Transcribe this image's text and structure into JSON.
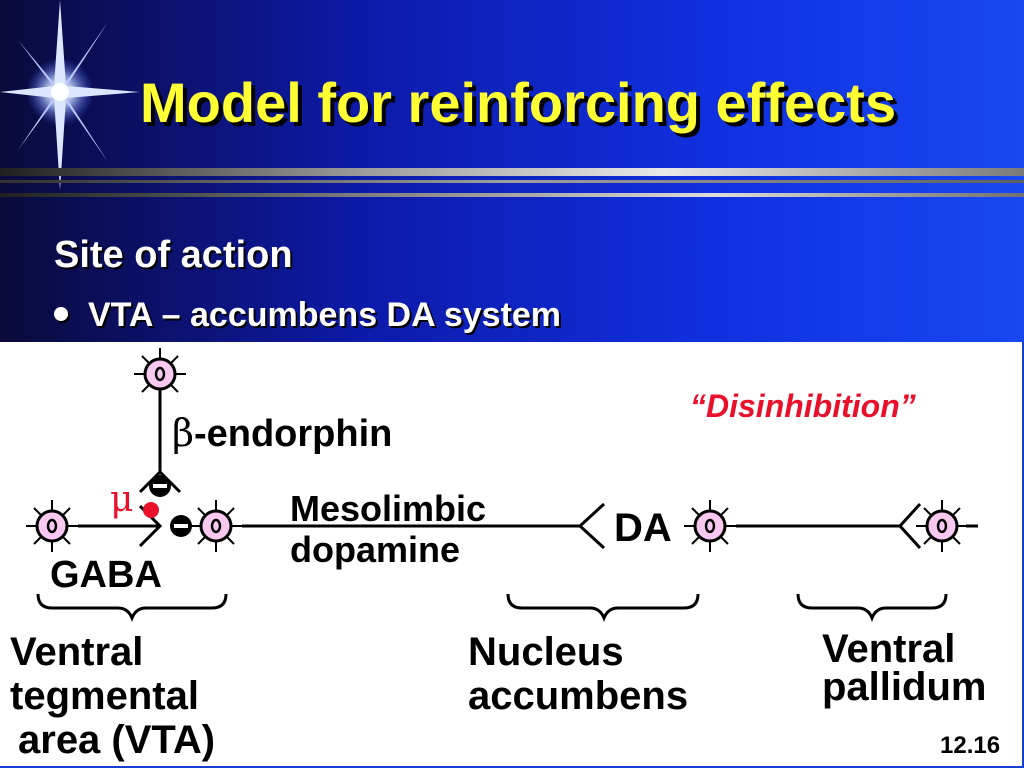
{
  "slide": {
    "title": "Model for reinforcing effects",
    "subtitle": "Site of action",
    "bullet": "VTA – accumbens DA system",
    "page_number": "12.16"
  },
  "diagram": {
    "beta_symbol": "β",
    "endorphin_label": "-endorphin",
    "mu_symbol": "μ",
    "mesolimbic_line1": "Mesolimbic",
    "mesolimbic_line2": "dopamine",
    "da_label": "DA",
    "gaba_label": "GABA",
    "disinhibition_label": "“Disinhibition”",
    "vta_line1": "Ventral",
    "vta_line2": "tegmental",
    "vta_line3": "area (VTA)",
    "nucleus_line1": "Nucleus",
    "nucleus_line2": "accumbens",
    "pallidum_line1": "Ventral",
    "pallidum_line2": "pallidum",
    "minus_sign": "−"
  },
  "colors": {
    "title": "#ffff33",
    "disinhibition": "#e8102a",
    "receptor_dot": "#e8102a",
    "neuron_fill": "#f8c8f0",
    "accent_blue": "#1030e0"
  }
}
